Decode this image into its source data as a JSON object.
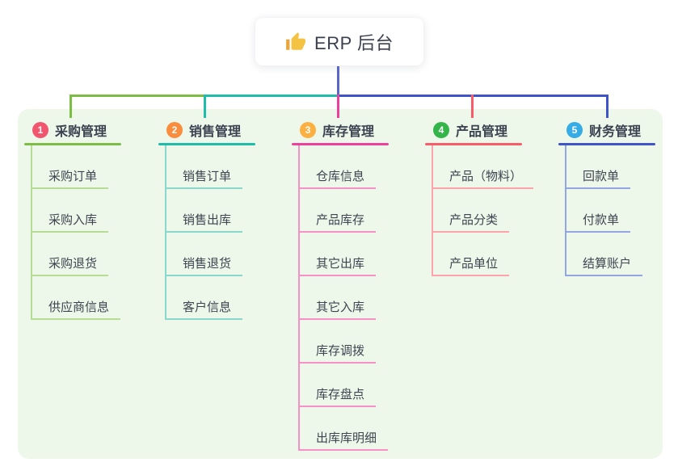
{
  "root": {
    "label": "ERP 后台",
    "icon": "thumbs-up-icon",
    "box_color": "#ffffff",
    "line_color": "#5a66c9"
  },
  "panel": {
    "background": "#edf7ea"
  },
  "branches": [
    {
      "num": "1",
      "label": "采购管理",
      "badge_color": "#f2566f",
      "line_color": "#7cbe43",
      "child_line_color": "#b5dd95",
      "children": [
        "采购订单",
        "采购入库",
        "采购退货",
        "供应商信息"
      ]
    },
    {
      "num": "2",
      "label": "销售管理",
      "badge_color": "#fa8d3d",
      "line_color": "#1ebdab",
      "child_line_color": "#8ad8cb",
      "children": [
        "销售订单",
        "销售出库",
        "销售退货",
        "客户信息"
      ]
    },
    {
      "num": "3",
      "label": "库存管理",
      "badge_color": "#fbb041",
      "line_color": "#ee3f9c",
      "child_line_color": "#f691c8",
      "children": [
        "仓库信息",
        "产品库存",
        "其它出库",
        "其它入库",
        "库存调拨",
        "库存盘点",
        "出库库明细"
      ]
    },
    {
      "num": "4",
      "label": "产品管理",
      "badge_color": "#33b54a",
      "line_color": "#f95b69",
      "child_line_color": "#fca3ab",
      "children": [
        "产品（物料）",
        "产品分类",
        "产品单位"
      ]
    },
    {
      "num": "5",
      "label": "财务管理",
      "badge_color": "#36ace6",
      "line_color": "#3e54c8",
      "child_line_color": "#93a6e3",
      "children": [
        "回款单",
        "付款单",
        "结算账户"
      ]
    }
  ]
}
